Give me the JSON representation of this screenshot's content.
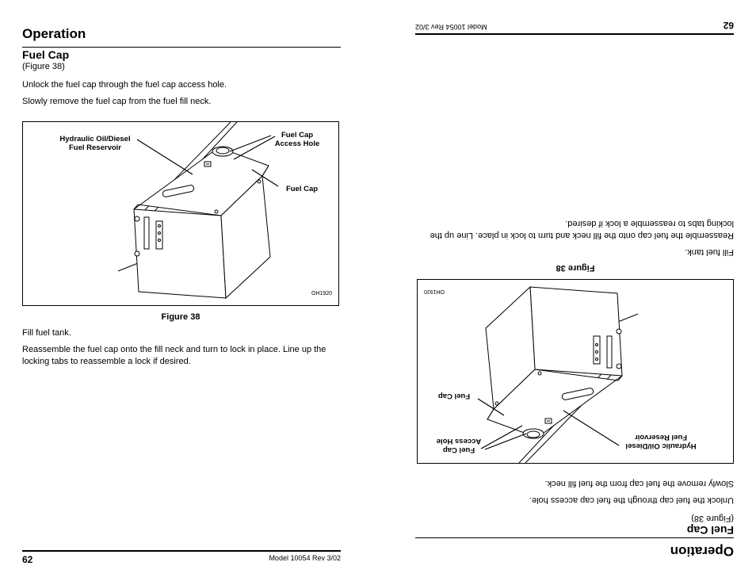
{
  "section_title": "Operation",
  "heading": "Fuel Cap",
  "figure_ref": "(Figure 38)",
  "paragraphs": {
    "p1": "Unlock the fuel cap through the fuel cap access hole.",
    "p2": "Slowly remove the fuel cap from the fuel fill neck.",
    "p3": "Fill fuel tank.",
    "p4": "Reassemble the fuel cap onto the fill neck and turn to lock in place. Line up the locking tabs to reassemble a lock if desired."
  },
  "figure": {
    "caption": "Figure 38",
    "code": "OH1920",
    "callouts": {
      "hydraulic": "Hydraulic Oil/Diesel Fuel Reservoir",
      "access_hole": "Fuel Cap Access Hole",
      "fuel_cap": "Fuel Cap"
    }
  },
  "footer": {
    "page_number": "62",
    "model": "Model  10054   Rev  3/02"
  }
}
